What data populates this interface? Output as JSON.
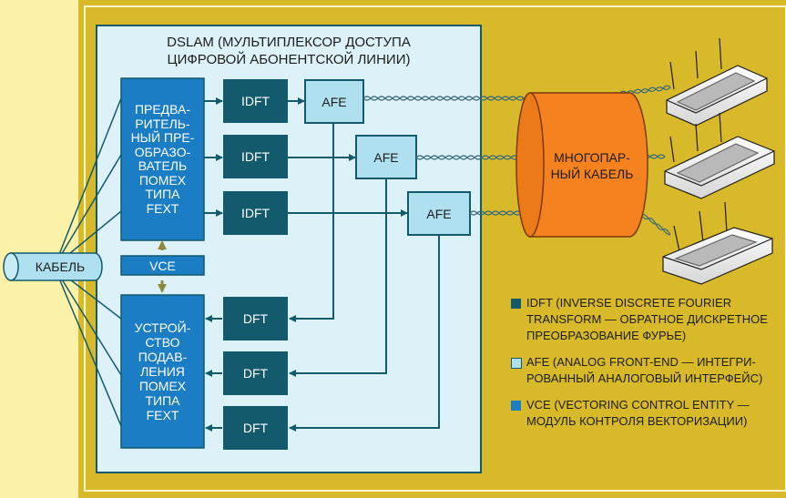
{
  "diagram": {
    "title": "DSLAM (МУЛЬТИПЛЕКСОР ДОСТУПА\nЦИФРОВОЙ АБОНЕНТСКОЙ ЛИНИИ)",
    "precoder": "ПРЕДВА-\nРИТЕЛЬ-\nНЫЙ ПРЕ-\nОБРАЗО-\nВАТЕЛЬ\nПОМЕХ\nТИПА\nFEXT",
    "canceller": "УСТРОЙ-\nСТВО\nПОДАВ-\nЛЕНИЯ\nПОМЕХ\nТИПА\nFEXT",
    "vce": "VCE",
    "idft": [
      "IDFT",
      "IDFT",
      "IDFT"
    ],
    "dft": [
      "DFT",
      "DFT",
      "DFT"
    ],
    "afe": [
      "AFE",
      "AFE",
      "AFE"
    ],
    "cable_in": "КАБЕЛЬ",
    "multipair_cable": "МНОГОПАР-\nНЫЙ КАБЕЛЬ"
  },
  "legend": [
    {
      "text": "IDFT (INVERSE DISCRETE FOURIER\nTRANSFORM — ОБРАТНОЕ ДИСКРЕТНОЕ\nПРЕОБРАЗОВАНИЕ ФУРЬЕ)",
      "color": "#135a6c"
    },
    {
      "text": "AFE (ANALOG FRONT-END — ИНТЕГРИ-\nРОВАННЫЙ АНАЛОГОВЫЙ ИНТЕРФЕЙС)",
      "color": "#aee0f0"
    },
    {
      "text": "VCE (VECTORING CONTROL ENTITY —\nМОДУЛЬ КОНТРОЛЯ ВЕКТОРИЗАЦИИ)",
      "color": "#1b7dc4"
    }
  ],
  "colors": {
    "page_bg": "#fbf1a8",
    "panel_bg": "#d8b92a",
    "dslam_bg": "#dcf1f8",
    "dark_teal": "#135a6c",
    "light_blue": "#aee0f0",
    "blue": "#1b7dc4",
    "orange": "#f5821f",
    "vce_arrow": "#8c8a3a"
  }
}
